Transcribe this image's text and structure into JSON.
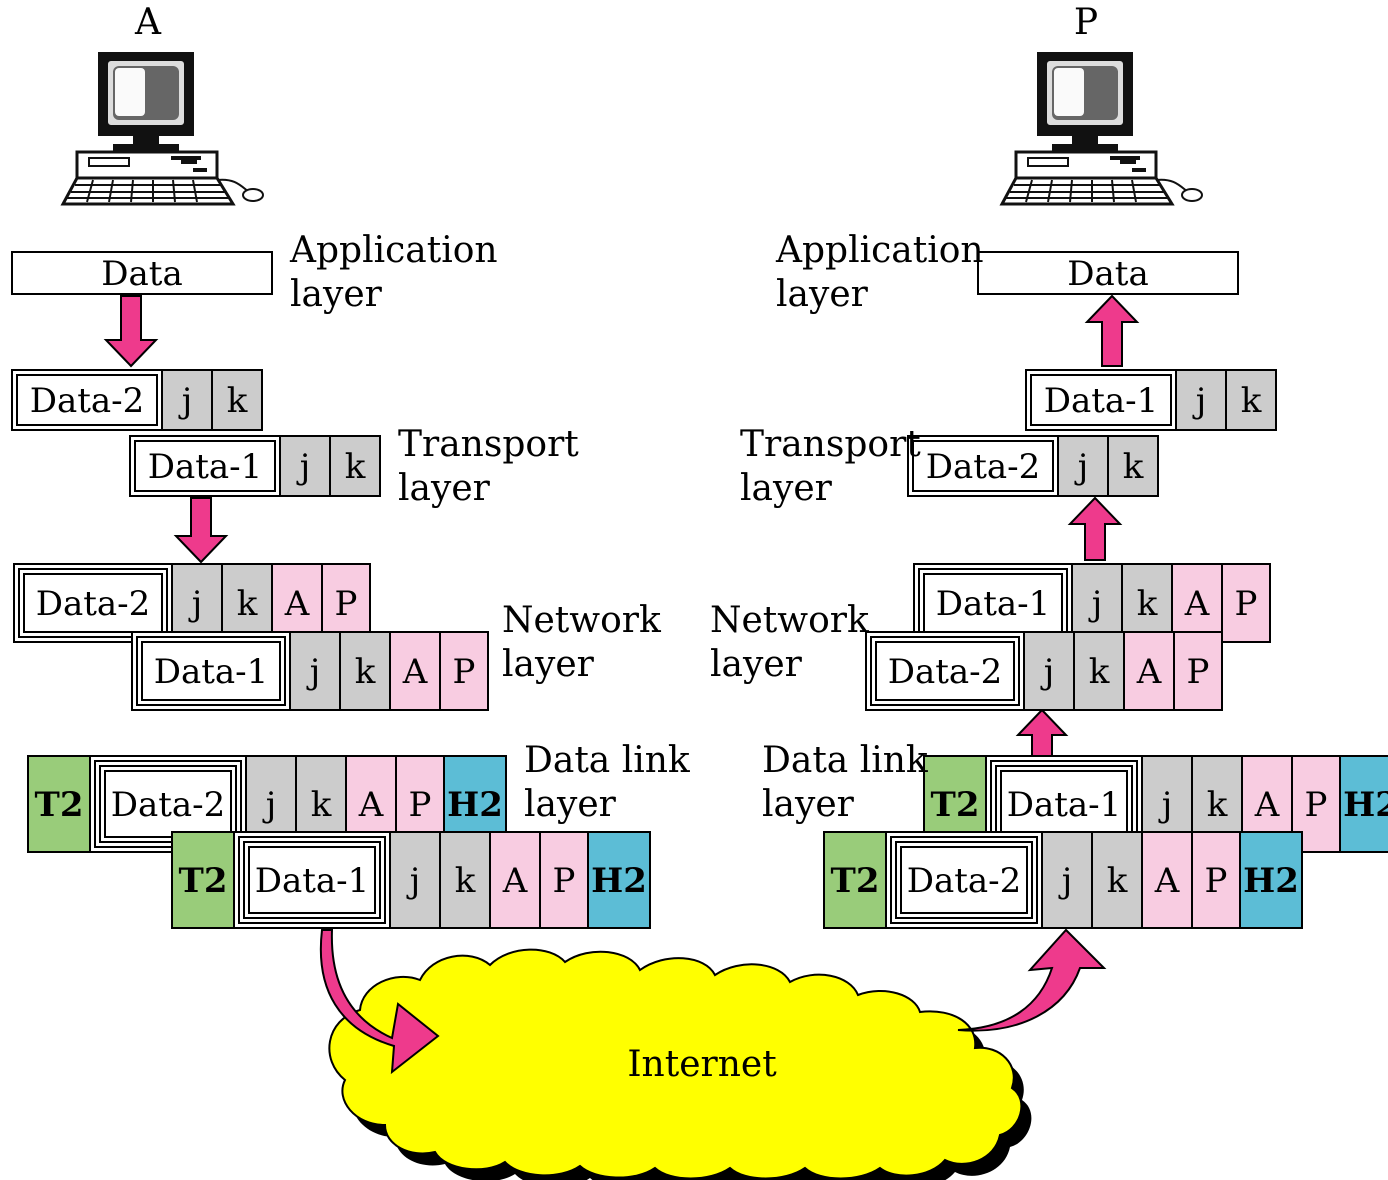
{
  "hosts": {
    "source": "A",
    "destination": "P"
  },
  "layers": {
    "application": [
      "Application",
      "layer"
    ],
    "transport": [
      "Transport",
      "layer"
    ],
    "network": [
      "Network",
      "layer"
    ],
    "datalink": [
      "Data link",
      "layer"
    ]
  },
  "cells": {
    "data": "Data",
    "data1": "Data-1",
    "data2": "Data-2",
    "j": "j",
    "k": "k",
    "a": "A",
    "p": "P",
    "trailer": "T2",
    "header": "H2"
  },
  "cloud": {
    "label": "Internet"
  },
  "colors": {
    "gray": "#cccccc",
    "pink": "#f8cce1",
    "green": "#99cc7a",
    "blue": "#5cbdd6",
    "arrow": "#ee3a8c",
    "cloud": "#ffff00"
  }
}
